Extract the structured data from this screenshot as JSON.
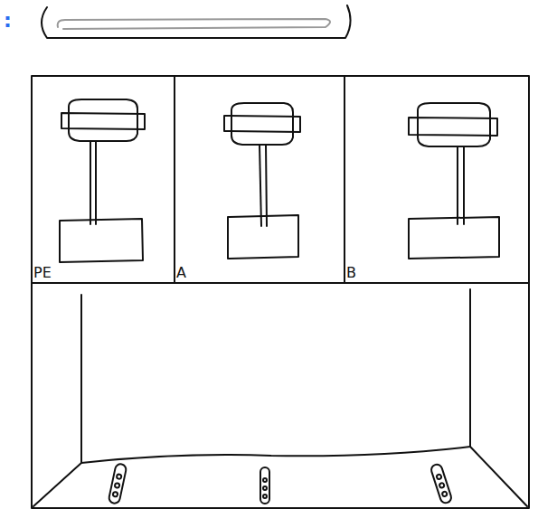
{
  "diagram": {
    "nodes": [
      {
        "text": [
          "PE"
        ]
      },
      {
        "text": [
          "A"
        ]
      },
      {
        "text": [
          "B"
        ]
      }
    ],
    "labels": [
      ":"
    ]
  }
}
